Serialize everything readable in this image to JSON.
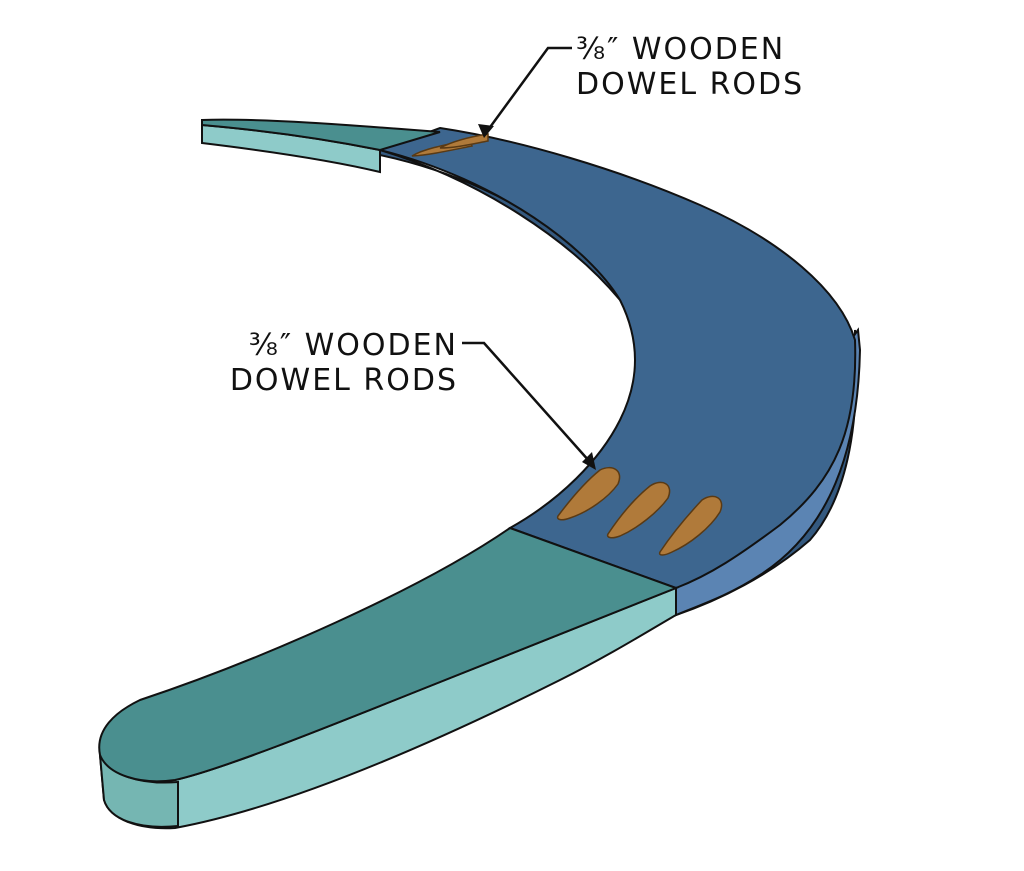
{
  "callouts": [
    {
      "line1": "⅜″ WOODEN",
      "line2": "DOWEL RODS"
    },
    {
      "line1": "⅜″ WOODEN",
      "line2": "DOWEL RODS"
    }
  ],
  "colors": {
    "blue_top": "#3d668f",
    "blue_side": "#34597f",
    "blue_end": "#5b84b3",
    "teal_top": "#4a8f8f",
    "teal_side": "#8ecbc9",
    "teal_end": "#75b6b2",
    "dowel": "#b07a3a",
    "dowel_dark": "#7a4f20",
    "outline": "#111111"
  }
}
